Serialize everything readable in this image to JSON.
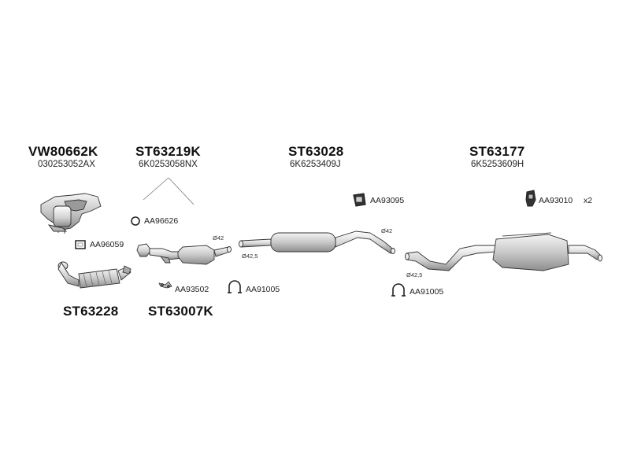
{
  "assemblies": {
    "a1": {
      "code": "VW80662K",
      "oe": "030253052AX"
    },
    "a2": {
      "code": "ST63219K",
      "oe": "6K0253058NX"
    },
    "a3": {
      "code": "ST63028",
      "oe": "6K6253409J"
    },
    "a4": {
      "code": "ST63177",
      "oe": "6K5253609H"
    },
    "a5": {
      "code": "ST63228"
    },
    "a6": {
      "code": "ST63007K"
    }
  },
  "accessories": {
    "ring": "AA96626",
    "gasket": "AA96059",
    "clamp": "AA93502",
    "hanger_front": "AA91005",
    "mount_mid": "AA93095",
    "mount_rear": "AA93010",
    "mount_rear_qty": "x2",
    "hanger_rear": "AA91005"
  },
  "diameters": {
    "cat_outlet": "Ø42",
    "front_pipe_inlet": "Ø42,5",
    "mid_outlet": "Ø42",
    "rear_inlet": "Ø42,5"
  },
  "colors": {
    "ink": "#111111",
    "line": "#333333",
    "fill": "#d9d9d9",
    "fill_dark": "#9a9a9a",
    "highlight": "#f4f4f4"
  }
}
